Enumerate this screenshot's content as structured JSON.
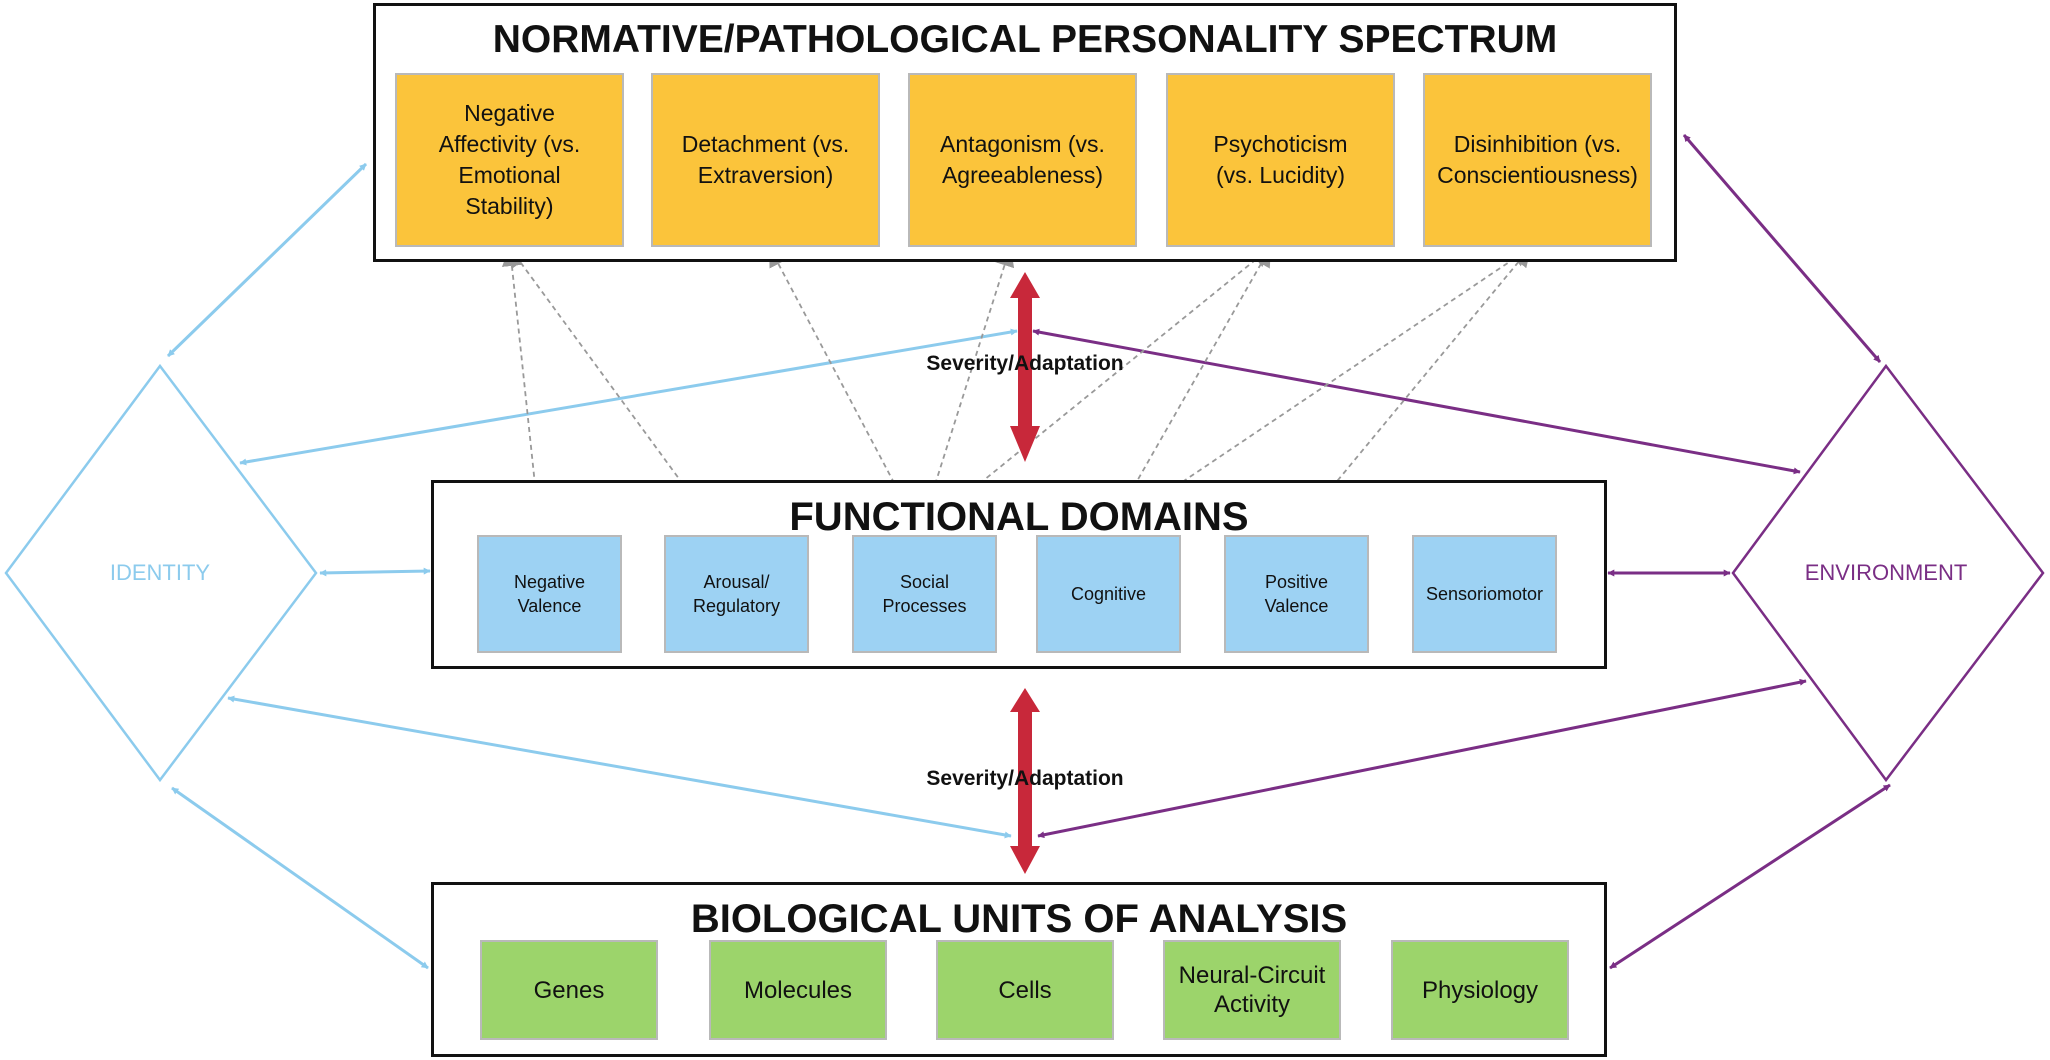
{
  "colors": {
    "trait_fill": "#fbc43b",
    "domain_fill": "#9dd2f3",
    "unit_fill": "#9cd46b",
    "identity": "#8ccbed",
    "environment": "#7a2e85",
    "severity": "#c8283a",
    "link_gray": "#999999"
  },
  "spectrum": {
    "title": "NORMATIVE/PATHOLOGICAL PERSONALITY SPECTRUM",
    "traits": [
      "Negative\nAffectivity (vs.\nEmotional\nStability)",
      "Detachment (vs.\nExtraversion)",
      "Antagonism (vs.\nAgreeableness)",
      "Psychoticism\n(vs. Lucidity)",
      "Disinhibition (vs.\nConscientiousness)"
    ]
  },
  "functional": {
    "title": "FUNCTIONAL DOMAINS",
    "domains": [
      "Negative\nValence",
      "Arousal/\nRegulatory",
      "Social\nProcesses",
      "Cognitive",
      "Positive\nValence",
      "Sensoriomotor"
    ]
  },
  "biological": {
    "title": "BIOLOGICAL UNITS OF ANALYSIS",
    "units": [
      "Genes",
      "Molecules",
      "Cells",
      "Neural-Circuit\nActivity",
      "Physiology"
    ]
  },
  "identity": {
    "label": "IDENTITY"
  },
  "environment": {
    "label": "ENVIRONMENT"
  },
  "severity": {
    "upper_label": "Severity/Adaptation",
    "lower_label": "Severity/Adaptation"
  }
}
